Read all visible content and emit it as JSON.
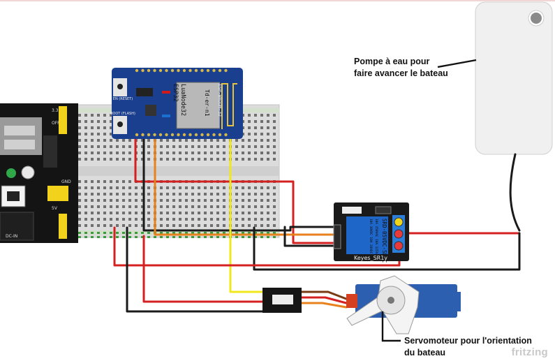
{
  "labels": {
    "pump": [
      "Pompe à eau pour",
      "faire avancer le bateau"
    ],
    "servo": [
      "Servomoteur pour l'orientation",
      "du bateau"
    ]
  },
  "esp32": {
    "name_line1": "LuaNode32",
    "name_line2": "ESP32",
    "chip": "ESP-WROOM-32",
    "chip_sub": "Td-er-n1",
    "button_top": "EN\n(RESET)",
    "button_bottom": "BOOT\n(FLASH)"
  },
  "relay": {
    "model": "SRD-05VDC-SL-C",
    "rating1": "10A 250VAC 10A 125VAC",
    "rating2": "10A 30VDC 10A 28VDC",
    "footer": "Keyes_SR1y"
  },
  "power_module": {
    "label_33": "3.3",
    "label_off": "OFF",
    "label_5v": "5V",
    "label_gnd": "GND",
    "label_dc": "DC-IN"
  },
  "watermark": "fritzing",
  "colors": {
    "wire_red": "#d42020",
    "wire_black": "#1a1a1a",
    "wire_orange": "#e8821c",
    "wire_yellow": "#f0e81c",
    "wire_brown": "#7a3a12",
    "board_blue": "#1b3f8f",
    "pump_body": "#f0f0f0"
  }
}
